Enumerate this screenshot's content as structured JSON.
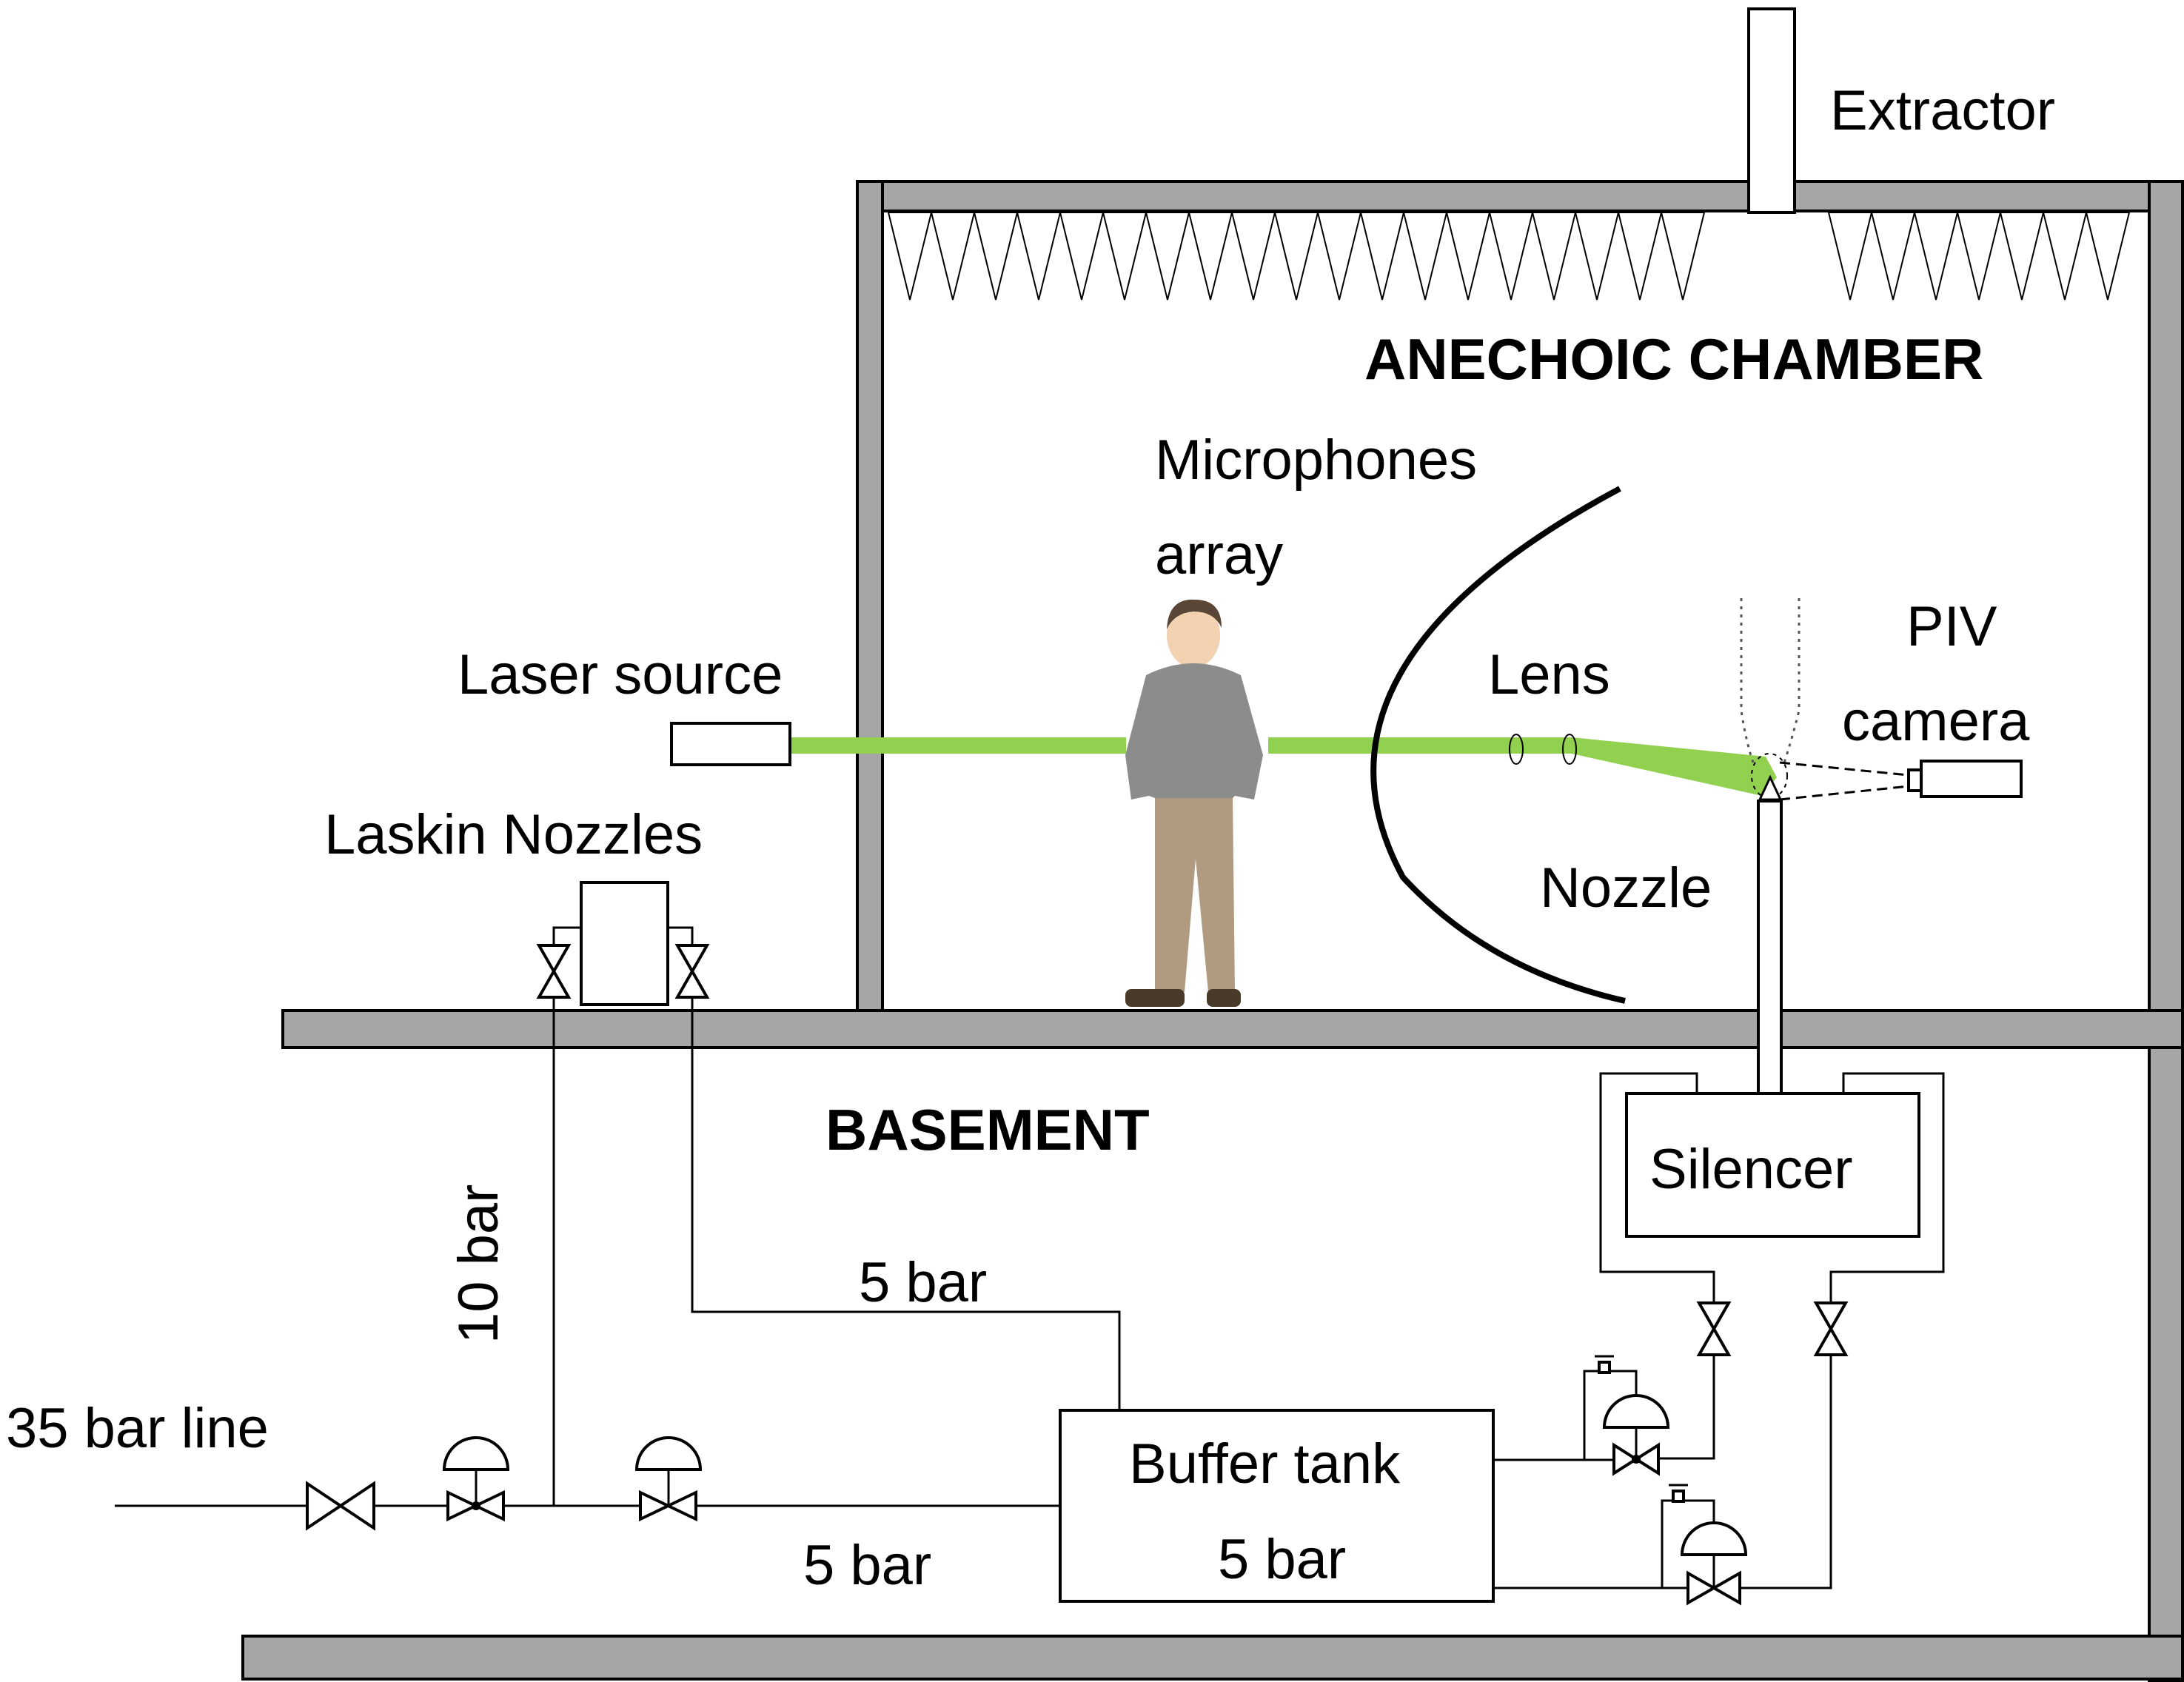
{
  "labels": {
    "extractor": "Extractor",
    "anechoic_chamber": "ANECHOIC CHAMBER",
    "microphones_line1": "Microphones",
    "microphones_line2": "array",
    "laser_source": "Laser source",
    "lens": "Lens",
    "piv_line1": "PIV",
    "piv_line2": "camera",
    "laskin_nozzles": "Laskin Nozzles",
    "nozzle": "Nozzle",
    "basement": "BASEMENT",
    "silencer": "Silencer",
    "pressure_10bar": "10 bar",
    "pressure_5bar_upper": "5 bar",
    "line_35bar": "35 bar line",
    "buffer_tank_line1": "Buffer tank",
    "buffer_tank_line2": "5 bar",
    "pressure_5bar_lower": "5 bar"
  },
  "colors": {
    "wall": "#a6a6a6",
    "laser": "#92d050",
    "person_shirt": "#8c8c8c",
    "person_pants": "#b09a80",
    "person_skin": "#f2d2b0",
    "person_hair": "#5a4636"
  }
}
